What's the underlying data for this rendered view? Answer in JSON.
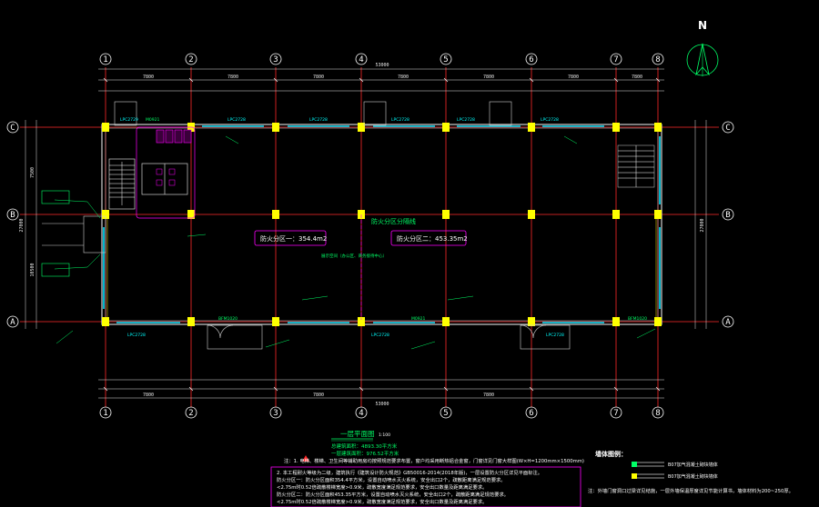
{
  "drawing": {
    "title": "一层平面图",
    "title_scale": "1:100",
    "area_building": "总建筑面积：4893.30平方米",
    "area_floor": "一层建筑面积：976.52平方米",
    "north_label": "N"
  },
  "grid": {
    "columns": [
      "1",
      "2",
      "3",
      "4",
      "5",
      "6",
      "7",
      "8"
    ],
    "rows": [
      "C",
      "B",
      "A"
    ],
    "top_total": "53000",
    "bay_dims": [
      "7800",
      "7800",
      "7800",
      "7800",
      "7800",
      "7800",
      "7800"
    ],
    "bottom_total": "53000",
    "left_total": "27000",
    "right_total": "27000",
    "row_dims": [
      "7500",
      "10500"
    ]
  },
  "zones": {
    "fire_zone_line": "防火分区分隔线",
    "area_left": "防火分区一：354.4m2",
    "area_right": "防火分区二：453.35m2",
    "function_note": "展示空间（办公区、商务接待中心）"
  },
  "window_labels": [
    "LPC2729",
    "LPC2728",
    "LPC2728",
    "LPC2728",
    "LPC2728",
    "LPC2728",
    "LPC2728",
    "LPC2728",
    "LPC2728"
  ],
  "door_labels": [
    "M0921",
    "BFM1020",
    "M0921",
    "BFM1020"
  ],
  "notes": {
    "intro": "注：1. 电梯、楼梯、卫生间等辅助用房均按照规范要求布置，窗户均采用断热铝合金窗，门窗详见门窗大样图(W×H=1200mm×1500mm)",
    "line1": "2. 本工程耐火等级为二级，建筑执行《建筑设计防火规范》GB50016-2014(2018年版)，一层设置防火分区详见平面标注。",
    "line2": "防火分区一：防火分区面积354.4平方米，设置自动喷水灭火系统，安全出口2个，疏散距离满足规范要求。",
    "line3": "<2.75m时0.52倍疏散楼梯宽度>0.9米，疏散宽度满足规范要求，安全出口数量及距离满足要求。",
    "line4": "防火分区二：防火分区面积453.35平方米，设置自动喷水灭火系统，安全出口2个，疏散距离满足规范要求。",
    "line5": "<2.75m时0.52倍疏散楼梯宽度>0.9米，疏散宽度满足规范要求，安全出口数量及距离满足要求。",
    "side": "注：外墙门窗洞口过梁详见结施，一层外墙保温厚度详见节能计算书，墙体材料为200~250厚。"
  },
  "legend": {
    "title": "墙体图例：",
    "item1": "B07加气混凝土砌块墙体",
    "item2": "B07加气混凝土砌块墙体"
  },
  "colors": {
    "column": "#ffff00",
    "grid_line": "#ff2a2a",
    "wall": "#d0d0d0",
    "window": "#00e5ff",
    "zone_box": "#ff00ff",
    "label": "#00ff66",
    "stair": "#ffffff"
  }
}
